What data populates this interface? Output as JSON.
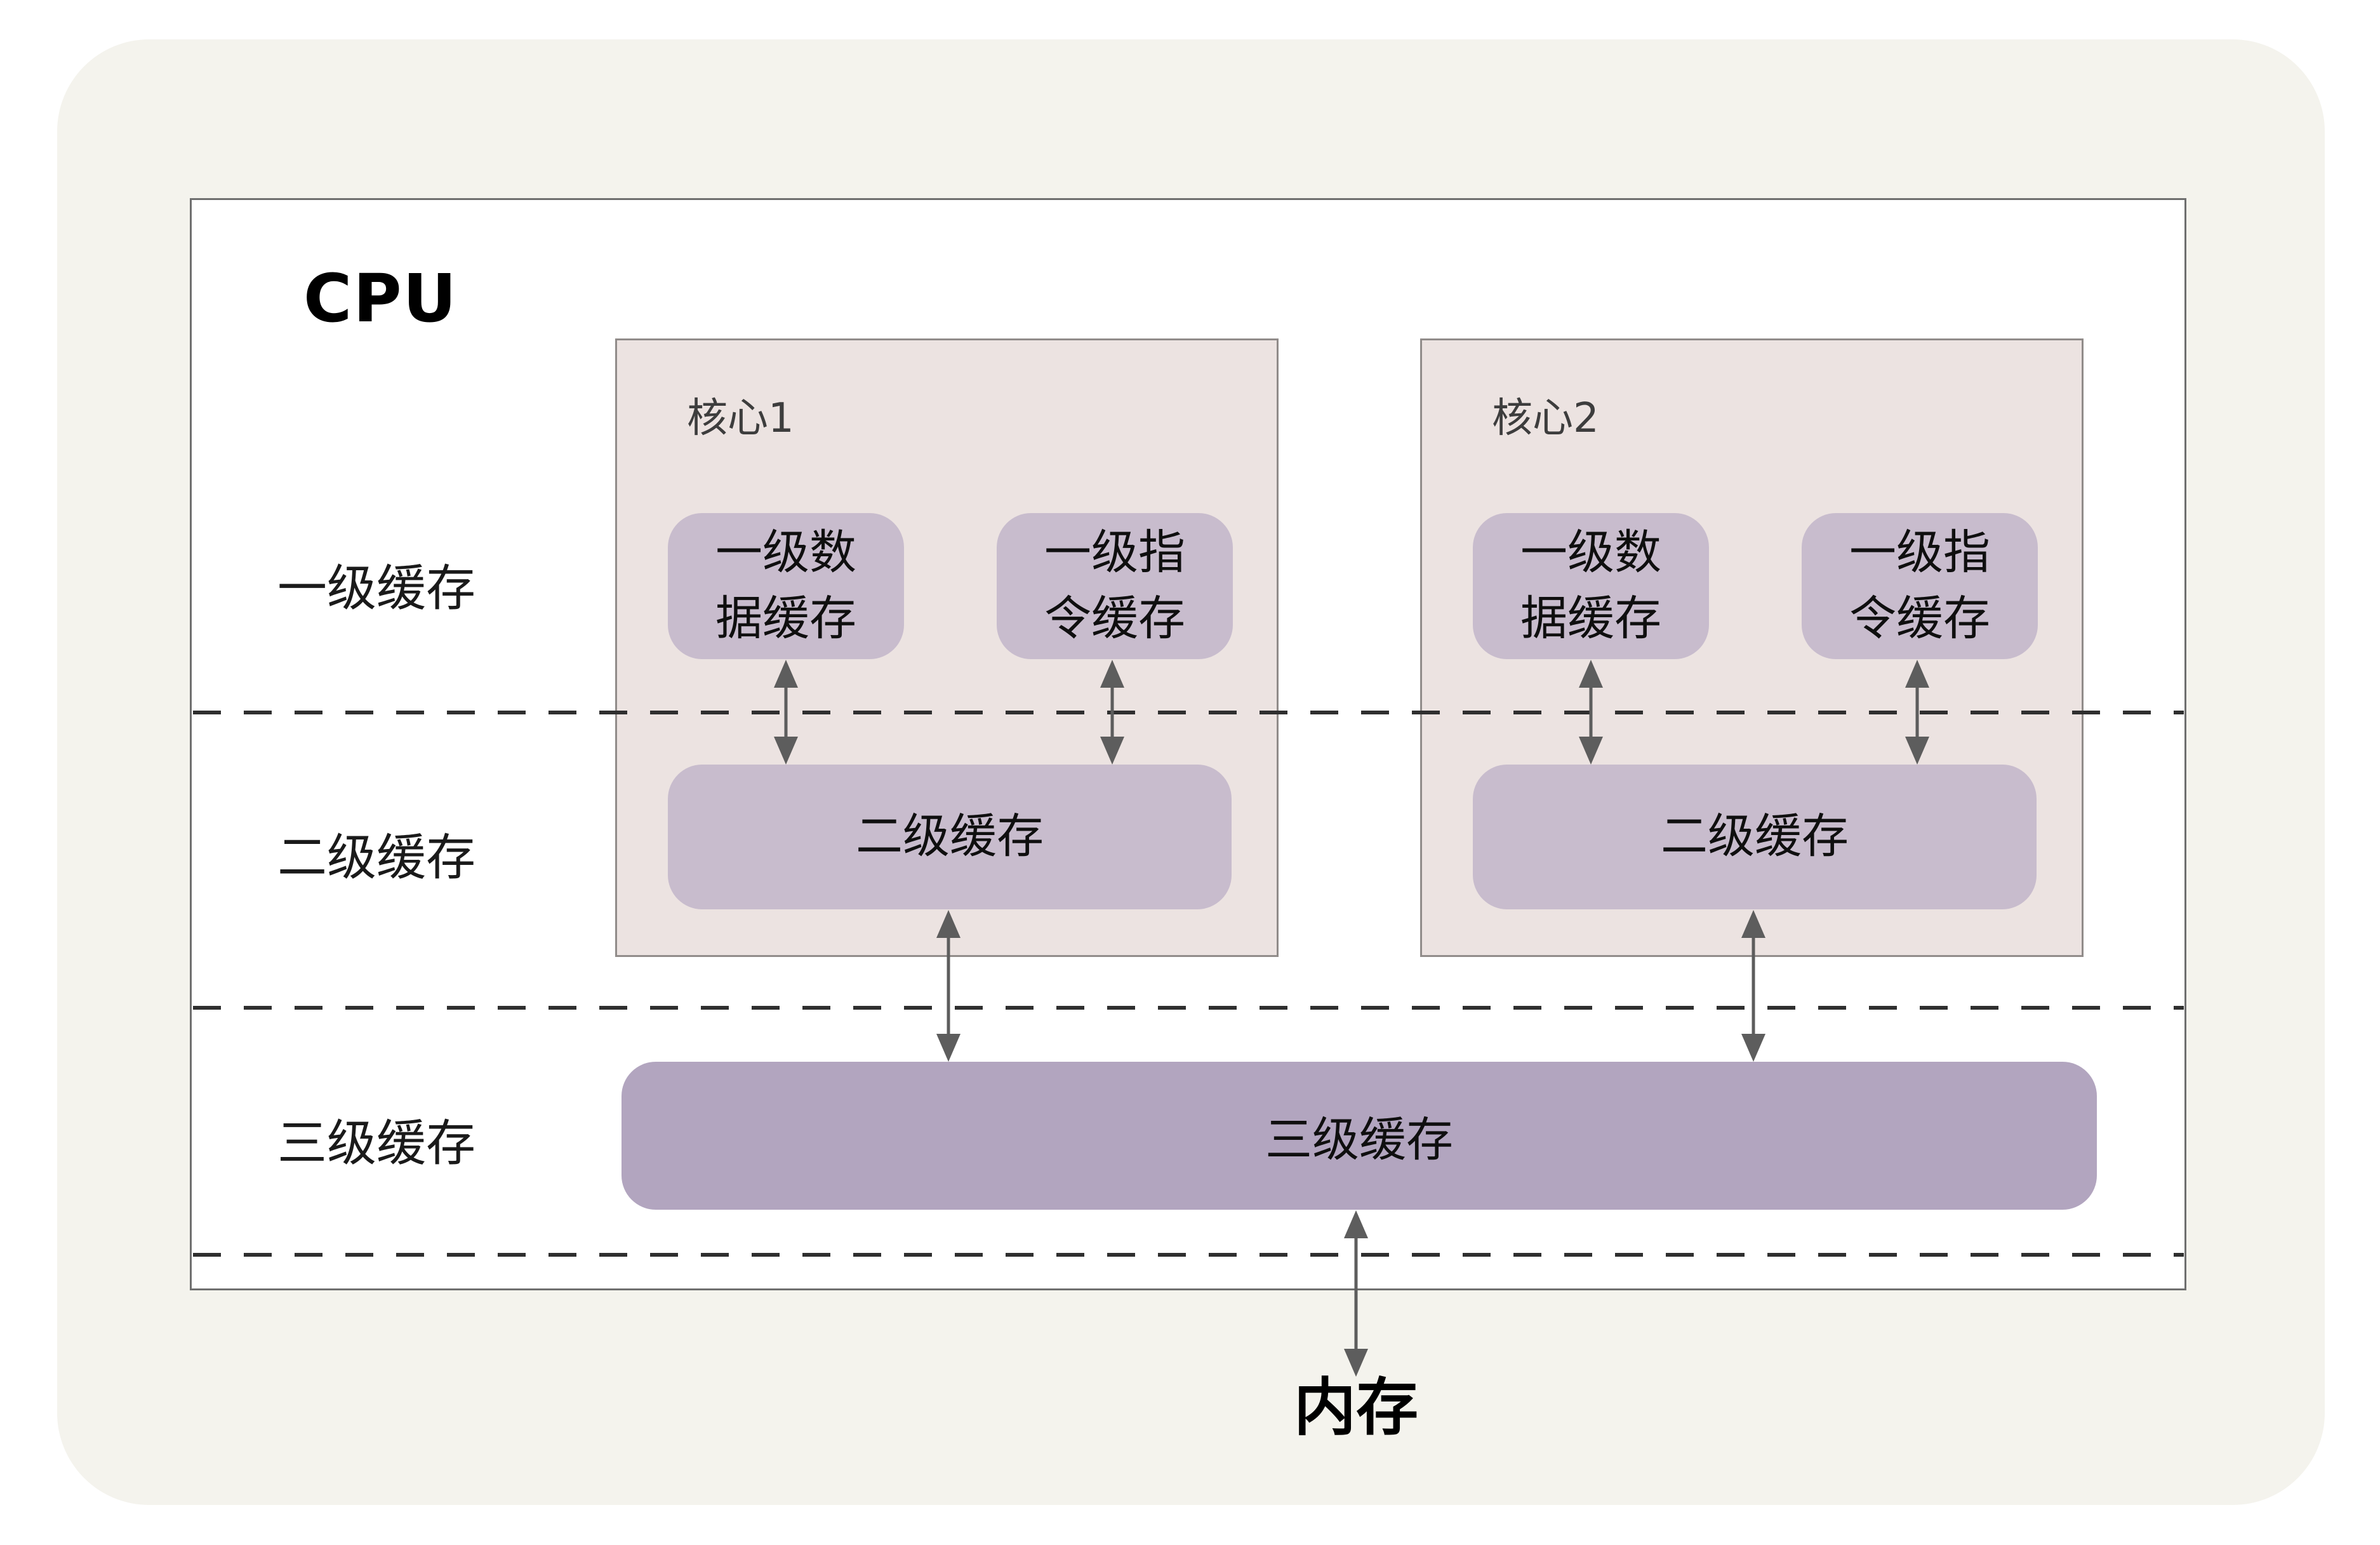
{
  "diagram": {
    "cpu_label": "CPU",
    "row_labels": [
      "一级缓存",
      "二级缓存",
      "三级缓存"
    ],
    "cores": [
      {
        "label": "核心1",
        "l1_data": "一级数\n据缓存",
        "l1_instr": "一级指\n令缓存",
        "l2": "二级缓存"
      },
      {
        "label": "核心2",
        "l1_data": "一级数\n据缓存",
        "l1_instr": "一级指\n令缓存",
        "l2": "二级缓存"
      }
    ],
    "l3_label": "三级缓存",
    "memory_label": "内存",
    "colors": {
      "page_background": "#ffffff",
      "board_background": "#f4f3ed",
      "cpu_panel_background": "#ffffff",
      "cpu_panel_border": "#6f6f6f",
      "core_background": "#ece3e1",
      "core_border": "#918c8a",
      "l1_l2_fill": "#c8bccd",
      "l3_fill": "#b2a5bf",
      "arrow": "#5d5d5d",
      "dashed_line": "#2f2f2f",
      "text": "#111111"
    }
  }
}
